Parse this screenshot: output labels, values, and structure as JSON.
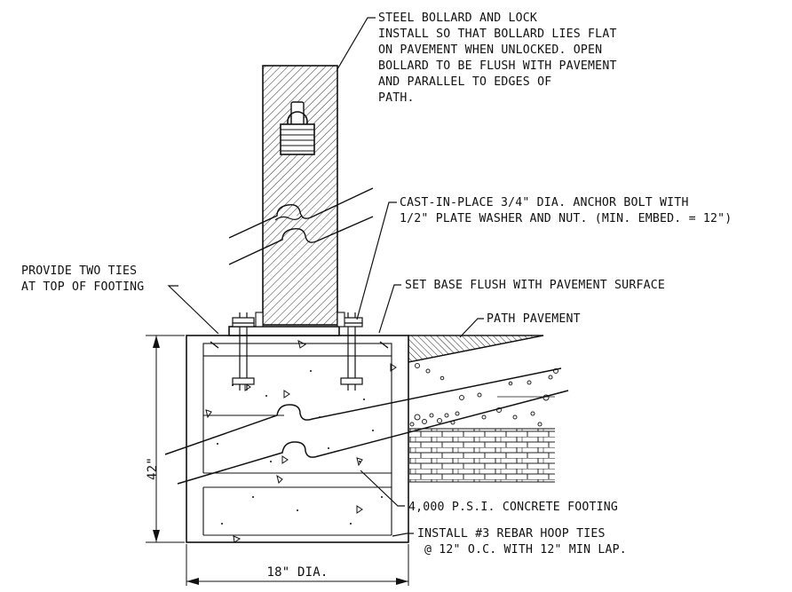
{
  "notes": {
    "bollard": [
      "STEEL BOLLARD AND LOCK",
      "INSTALL SO THAT BOLLARD LIES FLAT",
      "ON PAVEMENT WHEN UNLOCKED. OPEN",
      "BOLLARD TO BE FLUSH WITH PAVEMENT",
      "AND PARALLEL TO EDGES OF",
      "PATH."
    ],
    "anchor": [
      "CAST-IN-PLACE 3/4\" DIA. ANCHOR BOLT WITH",
      "1/2\" PLATE WASHER AND NUT. (MIN. EMBED. = 12\")"
    ],
    "ties": [
      "PROVIDE TWO TIES",
      "AT TOP OF FOOTING"
    ],
    "base": "SET BASE FLUSH WITH PAVEMENT SURFACE",
    "pavement": "PATH PAVEMENT",
    "concrete": "4,000 P.S.I. CONCRETE FOOTING",
    "rebar": [
      "INSTALL #3 REBAR HOOP TIES",
      "@ 12\" O.C. WITH 12\" MIN LAP."
    ]
  },
  "dimensions": {
    "height": "42\"",
    "width": "18\" DIA."
  }
}
